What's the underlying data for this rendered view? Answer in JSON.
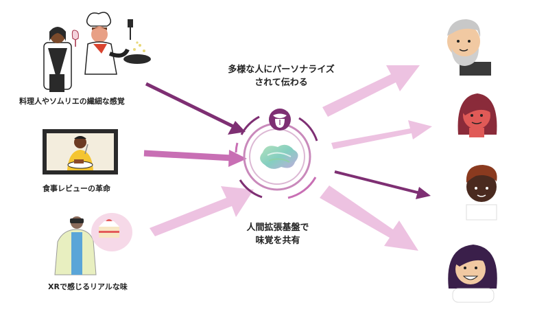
{
  "center": {
    "top_line1": "多様な人にパーソナライズ",
    "top_line2": "されて伝わる",
    "bottom_line1": "人間拡張基盤で",
    "bottom_line2": "味覚を共有"
  },
  "sources": [
    {
      "label": "料理人やソムリエの繊細な感覚"
    },
    {
      "label": "食事レビューの革命"
    },
    {
      "label": "XRで感じるリアルな味"
    }
  ],
  "colors": {
    "purple": "#7e2f73",
    "dark_purple": "#6a2a63",
    "pink": "#c86fb4",
    "light_pink": "#edc2e1",
    "blue_shirt": "#5aa5d8",
    "yellow_shirt": "#f4c531",
    "pale_green": "#e8efc0"
  },
  "icons": [
    "tongue-icon",
    "taste-cloud-icon"
  ]
}
